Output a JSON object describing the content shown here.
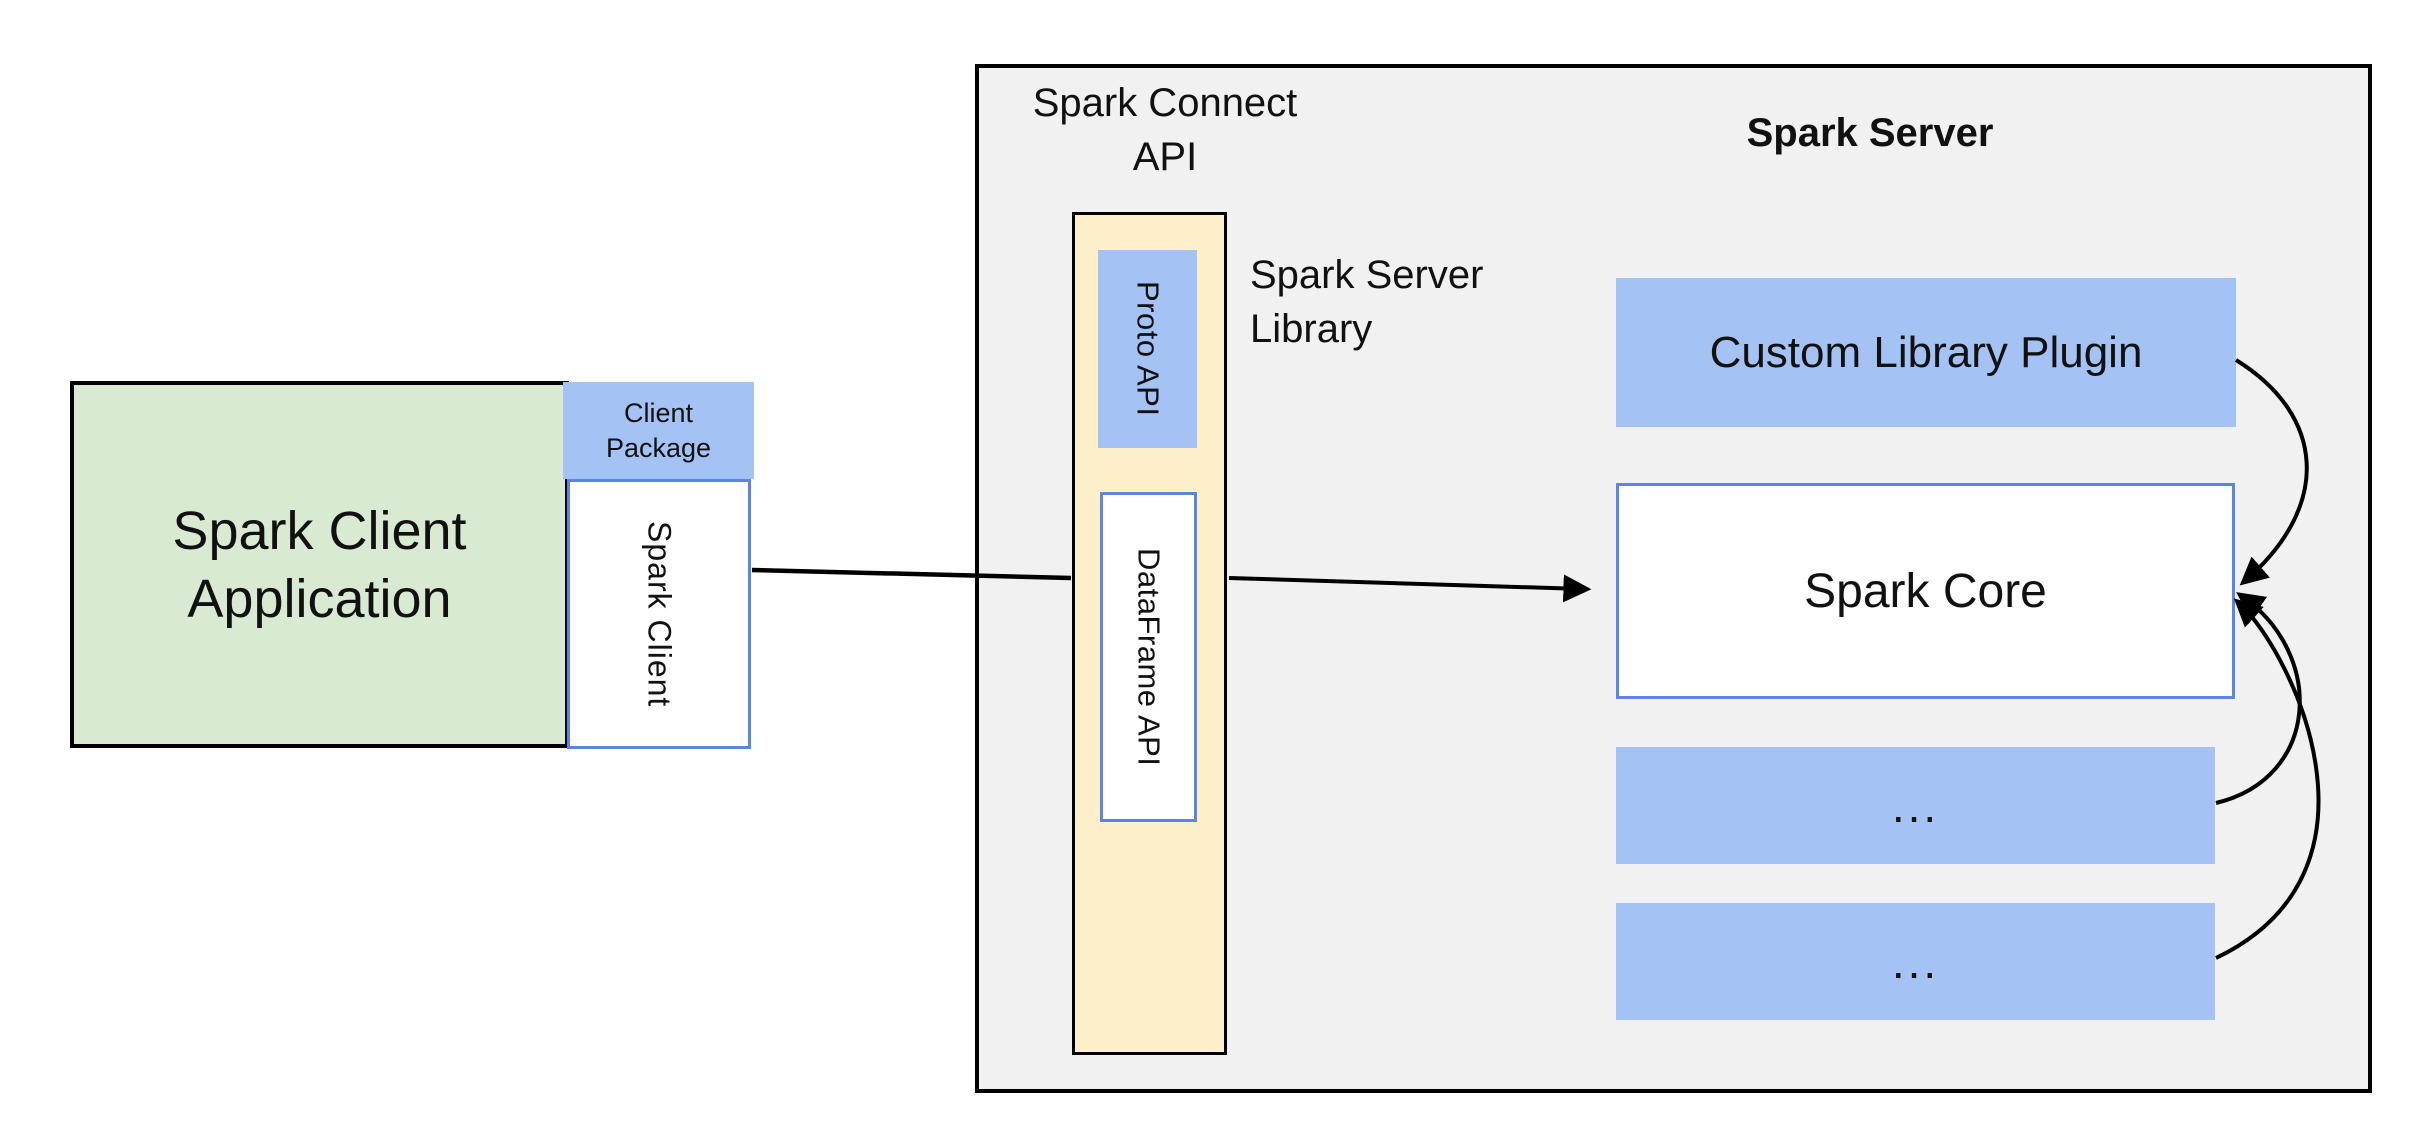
{
  "client_app": {
    "label_lines": [
      "Spark Client",
      "Application"
    ],
    "package_label_lines": [
      "Client",
      "Package"
    ],
    "client_label": "Spark Client"
  },
  "connect_api": {
    "title_lines": [
      "Spark Connect",
      "API"
    ],
    "proto_label": "Proto API",
    "dataframe_label": "DataFrame API",
    "library_label_lines": [
      "Spark Server",
      "Library"
    ]
  },
  "server": {
    "title": "Spark Server",
    "plugin_label": "Custom Library Plugin",
    "core_label": "Spark Core",
    "module_boxes": [
      "...",
      "..."
    ]
  },
  "colors": {
    "page_bg": "#ffffff",
    "container_bg": "#f1f1f2",
    "container_border": "#000000",
    "client_app_fill": "#d9ead3",
    "blue_fill": "#a4c2f4",
    "cream_fill": "#fcefca",
    "blue_border": "#5b85e0",
    "arrow": "#000000",
    "text": "#111111"
  }
}
